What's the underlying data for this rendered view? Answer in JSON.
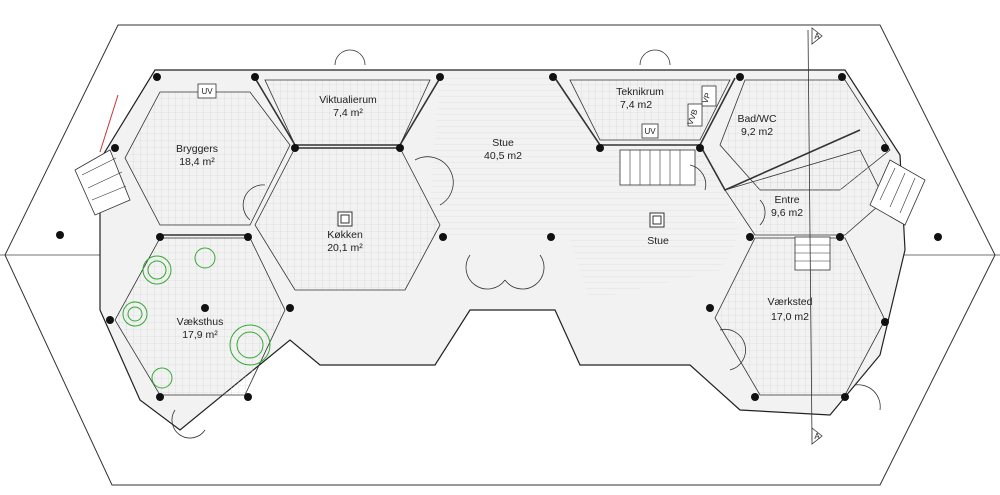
{
  "rooms": {
    "bryggers": {
      "name": "Bryggers",
      "area": "18,4 m²"
    },
    "viktualierum": {
      "name": "Viktualierum",
      "area": "7,4 m²"
    },
    "stue": {
      "name": "Stue",
      "area": "40,5 m2"
    },
    "teknikrum": {
      "name": "Teknikrum",
      "area": "7,4 m2"
    },
    "bad": {
      "name": "Bad/WC",
      "area": "9,2 m2"
    },
    "koekken": {
      "name": "Køkken",
      "area": "20,1 m²"
    },
    "entre": {
      "name": "Entre",
      "area": "9,6 m2"
    },
    "vaeksthus": {
      "name": "Væksthus",
      "area": "17,9 m²"
    },
    "vaerksted": {
      "name": "Værksted",
      "area": "17,0 m2"
    },
    "stue_lower": {
      "name": "Stue"
    }
  },
  "symbols": {
    "uv_left": "UV",
    "uv_right": "UV",
    "vp": "VP",
    "vvb": "VVB",
    "section_marker": "A"
  },
  "colors": {
    "line": "#333333",
    "grid": "#cfcfcf",
    "plant": "#33aa33",
    "accent": "#cc3333"
  }
}
